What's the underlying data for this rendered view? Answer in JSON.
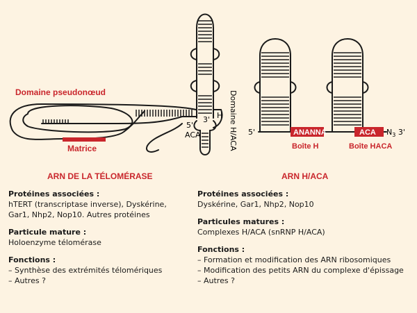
{
  "diagram": {
    "pseudoknot_label": "Domaine pseudonœud",
    "matrix_label": "Matrice",
    "haca_domain_label": "Domaine H/ACA",
    "end5": "5'",
    "end3": "3'",
    "aca": "ACA",
    "h": "H",
    "haca_5": "5'",
    "ananna": "ANANNA",
    "aca_box": "ACA",
    "n3": "N",
    "n3_sub": "3",
    "n3_end": " 3'",
    "boite_h": "Boîte H",
    "boite_haca": "Boîte HACA"
  },
  "headings": {
    "left": "ARN DE LA TÉLOMÉRASE",
    "right": "ARN H/ACA"
  },
  "left": {
    "proteins_title": "Protéines associées :",
    "proteins_line1": "hTERT (transcriptase inverse), Dyskérine,",
    "proteins_line2": "Gar1, Nhp2, Nop10. Autres protéines",
    "particle_title": "Particule mature :",
    "particle_text": "Holoenzyme télomérase",
    "functions_title": "Fonctions :",
    "functions": [
      "– Synthèse des extrémités télomériques",
      "– Autres ?"
    ]
  },
  "right": {
    "proteins_title": "Protéines associées :",
    "proteins_text": "Dyskérine, Gar1, Nhp2, Nop10",
    "particle_title": "Particules matures :",
    "particle_text": "Complexes H/ACA (snRNP H/ACA)",
    "functions_title": "Fonctions :",
    "functions": [
      "– Formation et modification des ARN ribosomiques",
      "– Modification des petits ARN du complexe d'épissage",
      "– Autres ?"
    ]
  },
  "colors": {
    "accent": "#c9262c",
    "background": "#fdf3e2",
    "line": "#1a1a1a"
  }
}
